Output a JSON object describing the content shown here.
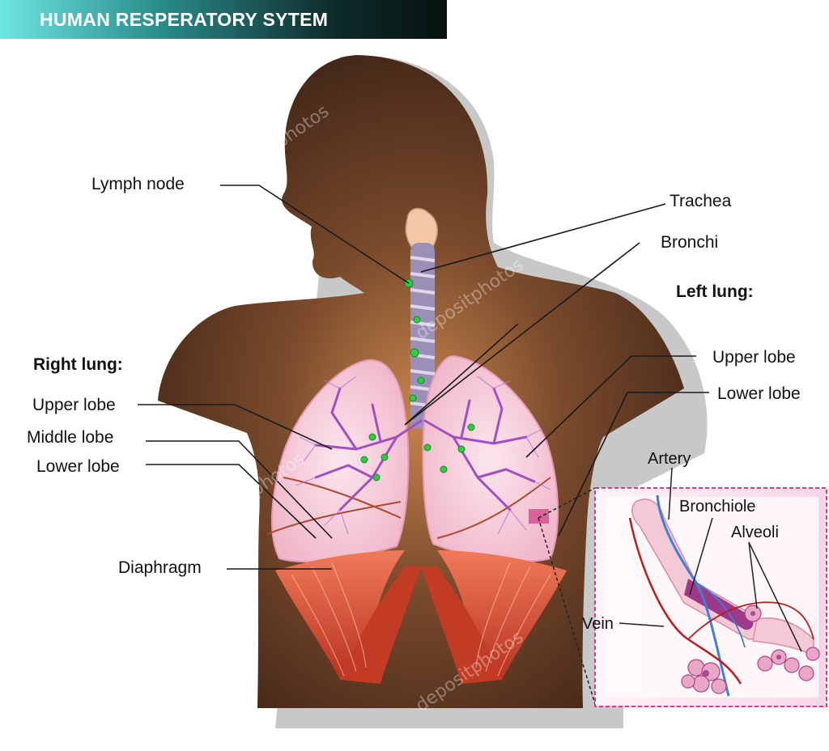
{
  "title": "HUMAN RESPERATORY SYTEM",
  "watermark": "depositphotos",
  "colors": {
    "body_silhouette": "#5a3420",
    "lung_pink": "#f6c9d6",
    "bronchial_tree": "#a24fc2",
    "trachea": "#9b8fb8",
    "lymph_node": "#2ecc40",
    "diaphragm": "#d8452a",
    "artery": "#3f7fd6",
    "vein": "#b81e1e",
    "inset_border": "#d33c84"
  },
  "icons": [
    "human-torso-silhouette",
    "lungs-illustration",
    "diaphragm-illustration",
    "alveoli-inset-illustration"
  ],
  "labels": {
    "lymph_node": "Lymph node",
    "trachea": "Trachea",
    "bronchi": "Bronchi",
    "left_lung_heading": "Left lung:",
    "left_upper_lobe": "Upper lobe",
    "left_lower_lobe": "Lower lobe",
    "right_lung_heading": "Right lung:",
    "right_upper_lobe": "Upper lobe",
    "right_middle_lobe": "Middle lobe",
    "right_lower_lobe": "Lower lobe",
    "diaphragm": "Diaphragm",
    "artery": "Artery",
    "bronchiole": "Bronchiole",
    "alveoli": "Alveoli",
    "vein": "Vein"
  }
}
